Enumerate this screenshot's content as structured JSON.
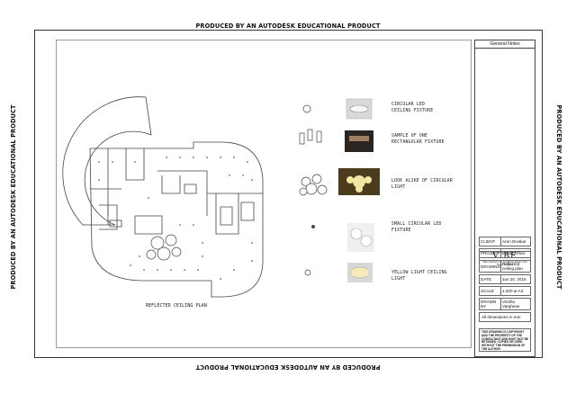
{
  "watermark": "PRODUCED BY AN AUTODESK EDUCATIONAL PRODUCT",
  "plan": {
    "label": "REFLECTED CEILING PLAN"
  },
  "legend": [
    {
      "text": "CIRCULAR LED CEILING FIXTURE"
    },
    {
      "text": "SAMPLE OF ONE RECTANGULAR FIXTURE"
    },
    {
      "text": "LOOK ALIKE OF CIRCULAR LIGHT"
    },
    {
      "text": "SMALL CIRCULAR LED FIXTURE"
    },
    {
      "text": "YELLOW LIGHT CEILING LIGHT"
    }
  ],
  "title_block": {
    "heading": "General Notes",
    "logo": "VIBE",
    "logo_sub": "Vibe Interiors Ltd. Anywhere Street, Any Town, Country",
    "client_label": "CLIENT",
    "client_value": "Arun Divakar",
    "project_label": "PROJECT",
    "project_value": "Media Office",
    "drawing_label": "DRAWING",
    "drawing_value": "Reflected ceiling plan",
    "date_label": "DATE",
    "date_value": "Jan 20, 2015",
    "scale_label": "SCALE",
    "scale_value": "1:200 at A3",
    "drawn_label": "DRAWN BY",
    "drawn_value": "Vinitha Varghese",
    "dimensions_note": "All dimensions in mm",
    "copyright": "THIS DRAWING IS COPYRIGHT AND THE PROPERTY OF THE CONSULTANT AND MUST NOT BE RETAINED, COPIED OR USED WITHOUT THE PERMISSION OF THE AUTHOR"
  }
}
